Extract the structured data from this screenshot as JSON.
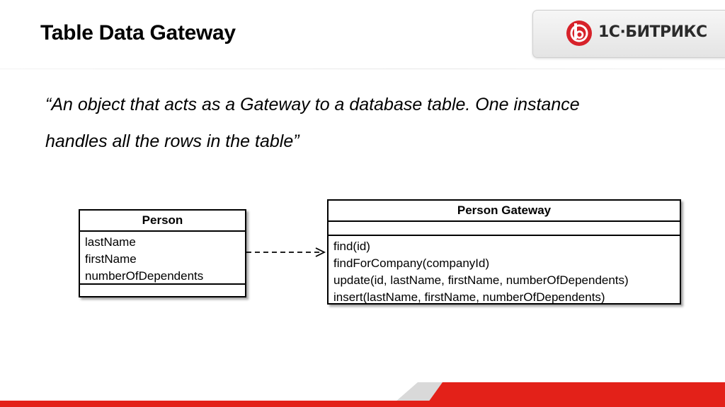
{
  "slide": {
    "title": "Table Data Gateway",
    "quote_line1": "“An object that acts as a Gateway to a database table. One instance",
    "quote_line2": "handles all the rows in the table”"
  },
  "logo": {
    "text": "1С·БИТРИКС",
    "icon": "bitrix-logo-icon",
    "color": "#d7222a"
  },
  "diagram": {
    "person": {
      "name": "Person",
      "attributes": [
        "lastName",
        "firstName",
        "numberOfDependents"
      ],
      "operations": []
    },
    "gateway": {
      "name": "Person Gateway",
      "attributes": [],
      "operations": [
        "find(id)",
        "findForCompany(companyId)",
        "update(id, lastName, firstName, numberOfDependents)",
        "insert(lastName, firstName, numberOfDependents)"
      ]
    },
    "relation": {
      "type": "dependency",
      "style": "dashed-arrow"
    }
  },
  "theme": {
    "accent": "#e32119",
    "footer_gray": "#d9d9d9"
  }
}
